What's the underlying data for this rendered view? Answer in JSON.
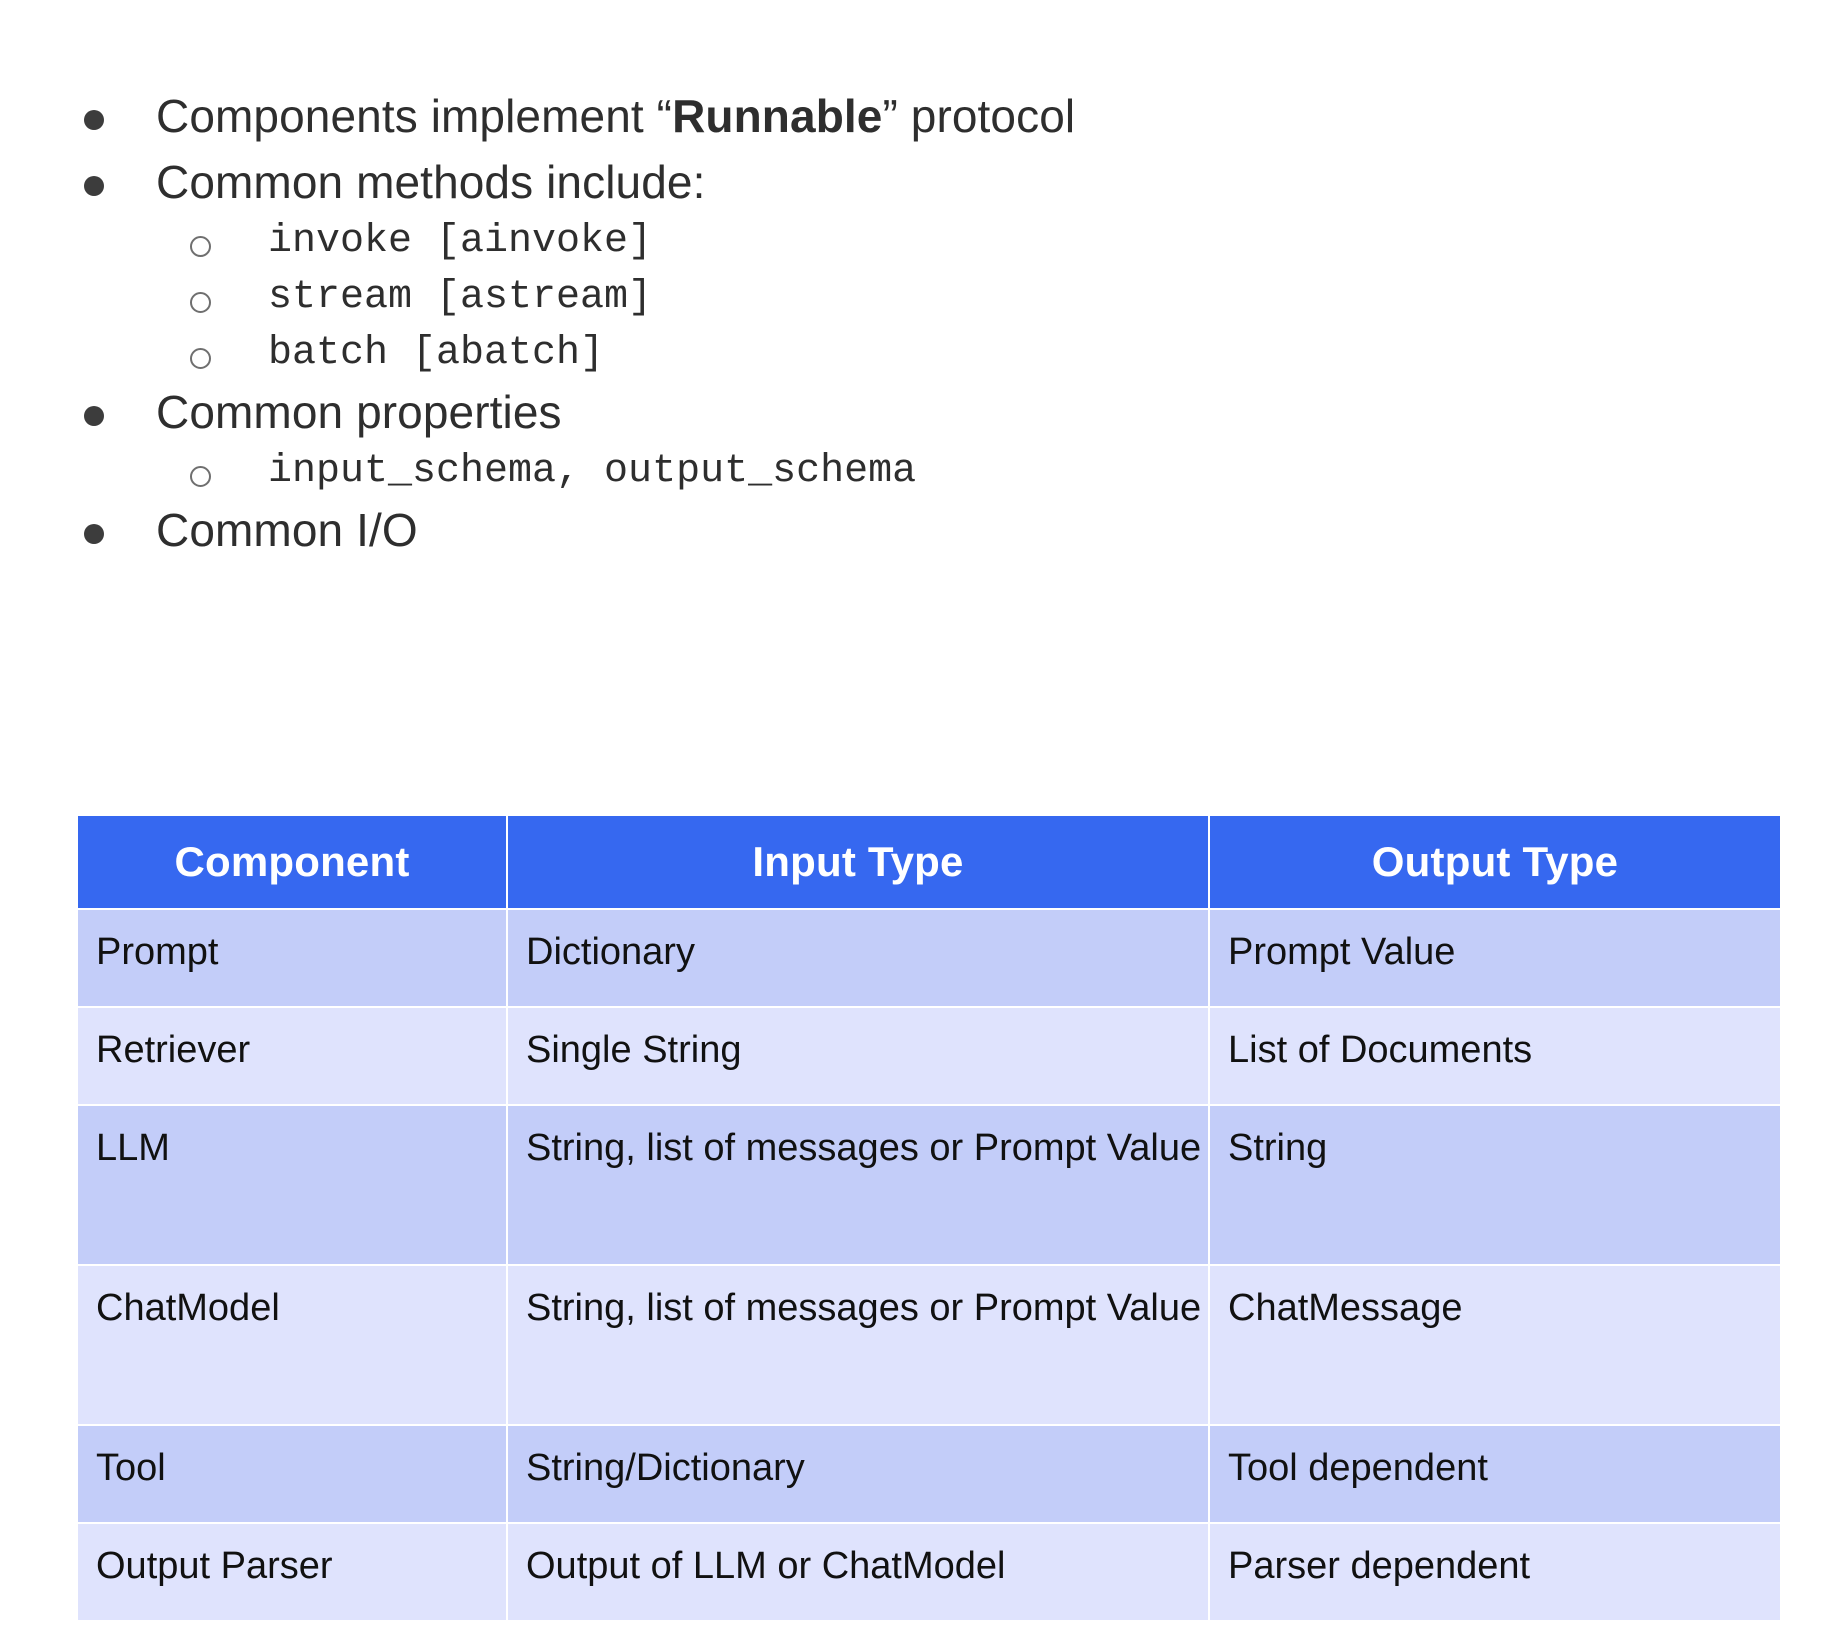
{
  "slide": {
    "bullets": [
      {
        "level": 1,
        "marker": "filled-disc",
        "html_parts": {
          "pre": "Components implement “",
          "bold": "Runnable",
          "post": "” protocol"
        },
        "text": "Components implement “Runnable” protocol"
      },
      {
        "level": 1,
        "marker": "filled-disc",
        "text": "Common methods include:"
      },
      {
        "level": 2,
        "marker": "hollow-circle",
        "mono": true,
        "text": "invoke [ainvoke]"
      },
      {
        "level": 2,
        "marker": "hollow-circle",
        "mono": true,
        "text": "stream [astream]"
      },
      {
        "level": 2,
        "marker": "hollow-circle",
        "mono": true,
        "text": "batch [abatch]"
      },
      {
        "level": 1,
        "marker": "filled-disc",
        "text": "Common properties"
      },
      {
        "level": 2,
        "marker": "hollow-circle",
        "mono": true,
        "text": "input_schema, output_schema"
      },
      {
        "level": 1,
        "marker": "filled-disc",
        "text": "Common I/O"
      }
    ]
  },
  "table": {
    "headers": [
      "Component",
      "Input Type",
      "Output Type"
    ],
    "rows": [
      {
        "component": "Prompt",
        "input": "Dictionary",
        "output": "Prompt Value"
      },
      {
        "component": "Retriever",
        "input": "Single String",
        "output": "List of Documents"
      },
      {
        "component": "LLM",
        "input": "String, list of messages or Prompt Value",
        "output": "String"
      },
      {
        "component": "ChatModel",
        "input": "String, list of messages or Prompt Value",
        "output": "ChatMessage"
      },
      {
        "component": "Tool",
        "input": "String/Dictionary",
        "output": "Tool dependent"
      },
      {
        "component": "Output Parser",
        "input": "Output of LLM or ChatModel",
        "output": "Parser dependent"
      }
    ]
  },
  "colors": {
    "header_blue": "#3668f0",
    "row_dark": "#c3cdf9",
    "row_light": "#dfe3fd",
    "text_dark": "#2e2e2e",
    "background": "#ffffff"
  }
}
